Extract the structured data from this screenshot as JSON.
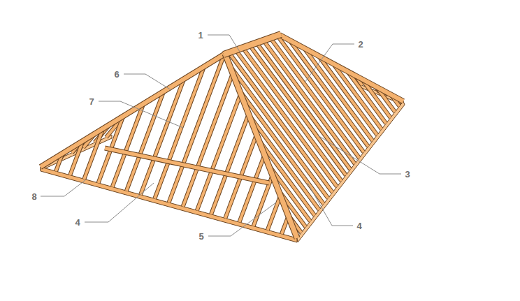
{
  "diagram": {
    "labels": [
      "1",
      "2",
      "6",
      "7",
      "3",
      "8",
      "4",
      "4",
      "5"
    ]
  }
}
